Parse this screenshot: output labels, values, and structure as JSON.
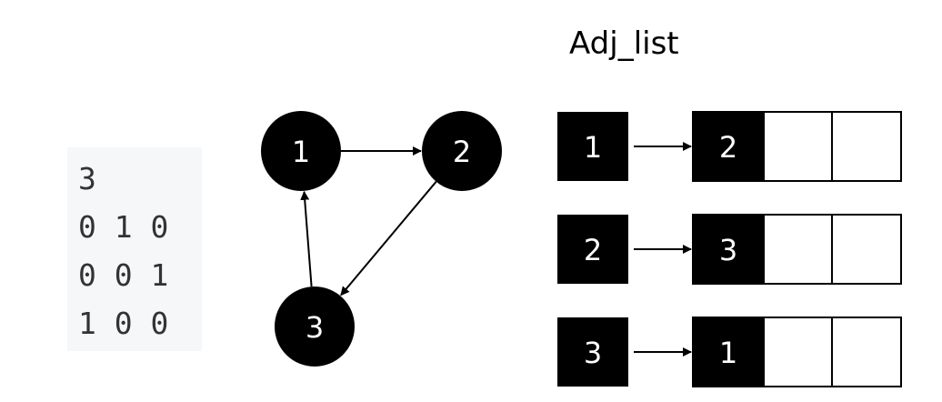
{
  "input_block": {
    "lines": [
      "3",
      "0 1 0",
      "0 0 1",
      "1 0 0"
    ]
  },
  "graph": {
    "nodes": [
      {
        "id": "1",
        "label": "1"
      },
      {
        "id": "2",
        "label": "2"
      },
      {
        "id": "3",
        "label": "3"
      }
    ],
    "edges": [
      {
        "from": "1",
        "to": "2"
      },
      {
        "from": "2",
        "to": "3"
      },
      {
        "from": "3",
        "to": "1"
      }
    ]
  },
  "adj_list": {
    "title": "Adj_list",
    "rows": [
      {
        "head": "1",
        "items": [
          "2",
          "",
          ""
        ]
      },
      {
        "head": "2",
        "items": [
          "3",
          "",
          ""
        ]
      },
      {
        "head": "3",
        "items": [
          "1",
          "",
          ""
        ]
      }
    ]
  },
  "colors": {
    "node_fill": "#000000",
    "node_text": "#ffffff",
    "code_bg": "#f6f7f8",
    "code_text": "#333333"
  }
}
